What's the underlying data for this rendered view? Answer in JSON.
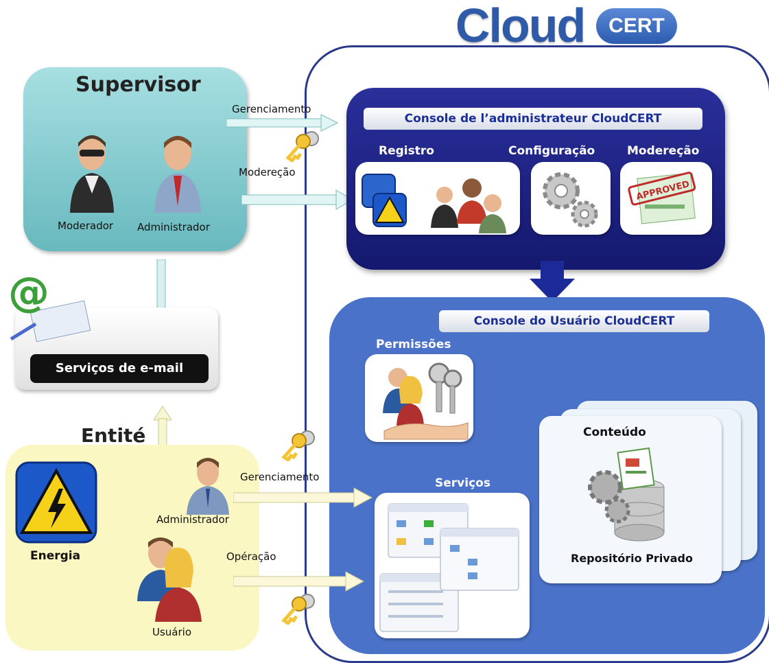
{
  "logo": {
    "cloud": "Cloud",
    "cert": "CERT"
  },
  "supervisor": {
    "title": "Supervisor",
    "moderator": "Moderador",
    "administrator": "Administrador"
  },
  "email": {
    "label": "Serviços de e-mail"
  },
  "entity": {
    "title": "Entité",
    "energy": "Energia",
    "administrator": "Administrador",
    "user": "Usuário"
  },
  "flows": {
    "gerenciamento_top": "Gerenciamento",
    "modereção_top": "Modereção",
    "gerenciamento_bottom": "Gerenciamento",
    "operacao": "Opéração"
  },
  "admin_console": {
    "title": "Console de l’administrateur CloudCERT",
    "registro": "Registro",
    "configuracao": "Configuração",
    "moderecao": "Modereção",
    "stamp": "APPROVED"
  },
  "user_console": {
    "title": "Console do Usuário CloudCERT",
    "permissoes": "Permissões",
    "servicos": "Serviços",
    "conteudo": "Conteúdo",
    "repositorio": "Repositório Privado"
  },
  "colors": {
    "frame": "#2a3a8a",
    "admin_console": "#1b1f80",
    "user_console": "#4a72c8",
    "supervisor": "#7fc7cb",
    "entity": "#fbf7c2"
  }
}
